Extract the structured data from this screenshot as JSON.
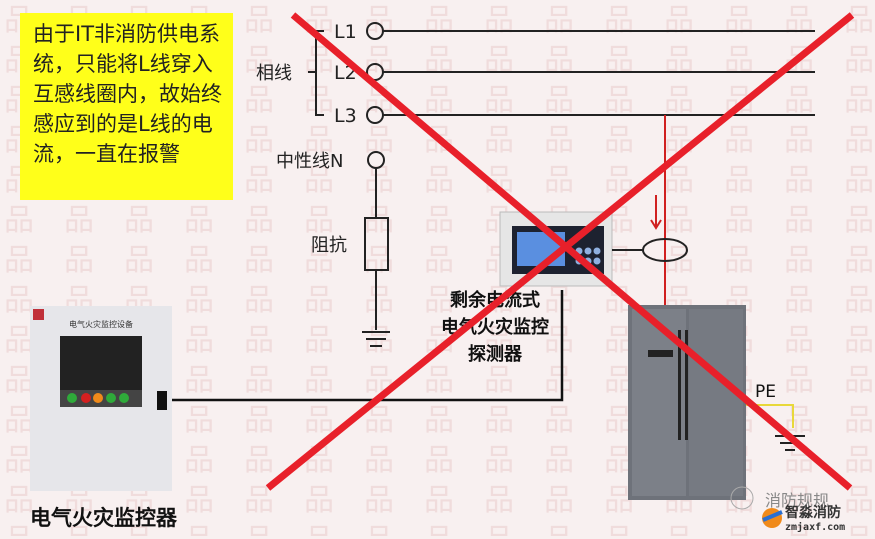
{
  "note": "由于IT非消防供电系统，只能将L线穿入互感线圈内，故始终感应到的是L线的电流，一直在报警",
  "phase_group_label": "相线",
  "phases": [
    "L1",
    "L2",
    "L3"
  ],
  "neutral_label": "中性线N",
  "impedance_label": "阻抗",
  "detector": {
    "label_lines": [
      "剩余电流式",
      "电气火灾监控",
      "探测器"
    ]
  },
  "controller": {
    "panel_title": "电气火灾监控设备",
    "label": "电气火灾监控器",
    "button_colors": [
      "#2faa3a",
      "#d42020",
      "#f08a1a",
      "#2faa3a",
      "#2faa3a"
    ]
  },
  "pe_label": "PE",
  "watermark": {
    "channel": "消防规规",
    "brand": "智淼消防",
    "site": "zmjaxf.com"
  },
  "colors": {
    "cross": "#e8202a",
    "note_bg": "#ffff1a",
    "pe_wire": "#e8d83a",
    "sense_wire": "#d02020"
  }
}
